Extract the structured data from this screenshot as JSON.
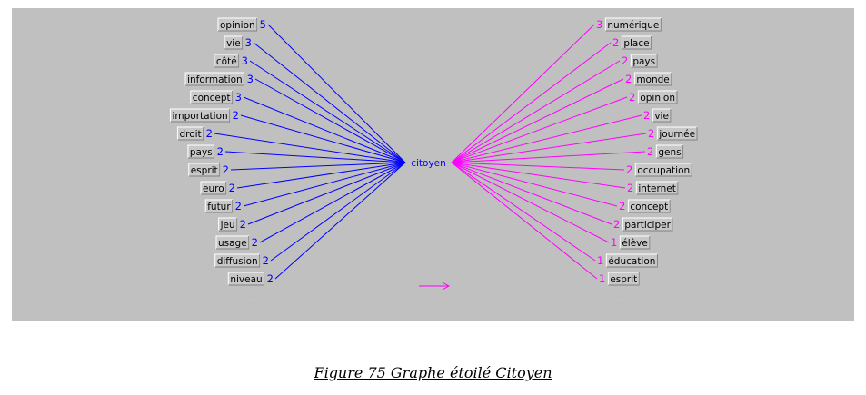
{
  "caption": "Figure 75 Graphe étoilé Citoyen",
  "center": {
    "label": "citoyen"
  },
  "colors": {
    "left": "#0000ff",
    "right": "#ff00ff",
    "arrow": "#ff00ff",
    "box_bg": "#c8c8c8",
    "highlight_word": "#0000ff"
  },
  "left": [
    {
      "word": "opinion",
      "count": "5"
    },
    {
      "word": "vie",
      "count": "3"
    },
    {
      "word": "côté",
      "count": "3"
    },
    {
      "word": "information",
      "count": "3"
    },
    {
      "word": "concept",
      "count": "3"
    },
    {
      "word": "importation",
      "count": "2"
    },
    {
      "word": "droit",
      "count": "2"
    },
    {
      "word": "pays",
      "count": "2"
    },
    {
      "word": "esprit",
      "count": "2"
    },
    {
      "word": "euro",
      "count": "2"
    },
    {
      "word": "futur",
      "count": "2"
    },
    {
      "word": "jeu",
      "count": "2"
    },
    {
      "word": "usage",
      "count": "2"
    },
    {
      "word": "diffusion",
      "count": "2"
    },
    {
      "word": "niveau",
      "count": "2"
    }
  ],
  "right": [
    {
      "word": "numérique",
      "count": "3"
    },
    {
      "word": "place",
      "count": "2"
    },
    {
      "word": "pays",
      "count": "2"
    },
    {
      "word": "monde",
      "count": "2"
    },
    {
      "word": "opinion",
      "count": "2"
    },
    {
      "word": "vie",
      "count": "2"
    },
    {
      "word": "journée",
      "count": "2"
    },
    {
      "word": "gens",
      "count": "2"
    },
    {
      "word": "occupation",
      "count": "2"
    },
    {
      "word": "internet",
      "count": "2",
      "highlight": true
    },
    {
      "word": "concept",
      "count": "2"
    },
    {
      "word": "participer",
      "count": "2"
    },
    {
      "word": "élève",
      "count": "1"
    },
    {
      "word": "éducation",
      "count": "1"
    },
    {
      "word": "esprit",
      "count": "1"
    }
  ],
  "more": {
    "left": "...",
    "right": "..."
  }
}
